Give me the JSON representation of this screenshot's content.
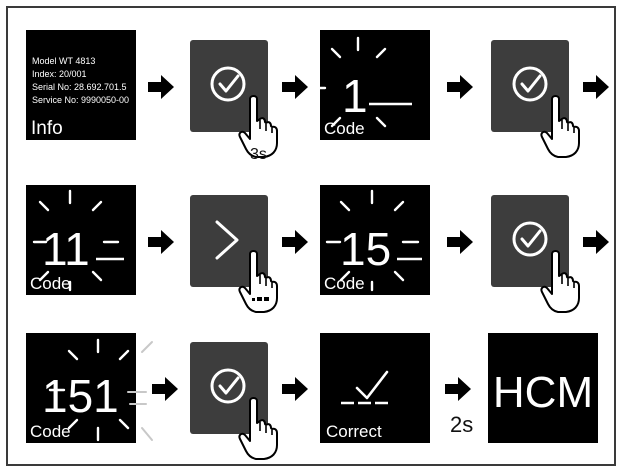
{
  "info_screen": {
    "model": "Model WT 4813",
    "index": "Index: 20/001",
    "serial": "Serial No: 28.692.701.5",
    "service": "Service No: 9990050-00",
    "label": "Info"
  },
  "digit_1": "1",
  "digit_11": "11",
  "digit_15": "15",
  "digit_151": "151",
  "code_label": "Code",
  "correct_label": "Correct",
  "hold_3s": "3s",
  "wait_2s": "2s",
  "hcm_label": "HCM",
  "colors": {
    "screen": "#000000",
    "button": "#3d3d3d",
    "icon": "#ffffff",
    "arrow": "#000000"
  }
}
